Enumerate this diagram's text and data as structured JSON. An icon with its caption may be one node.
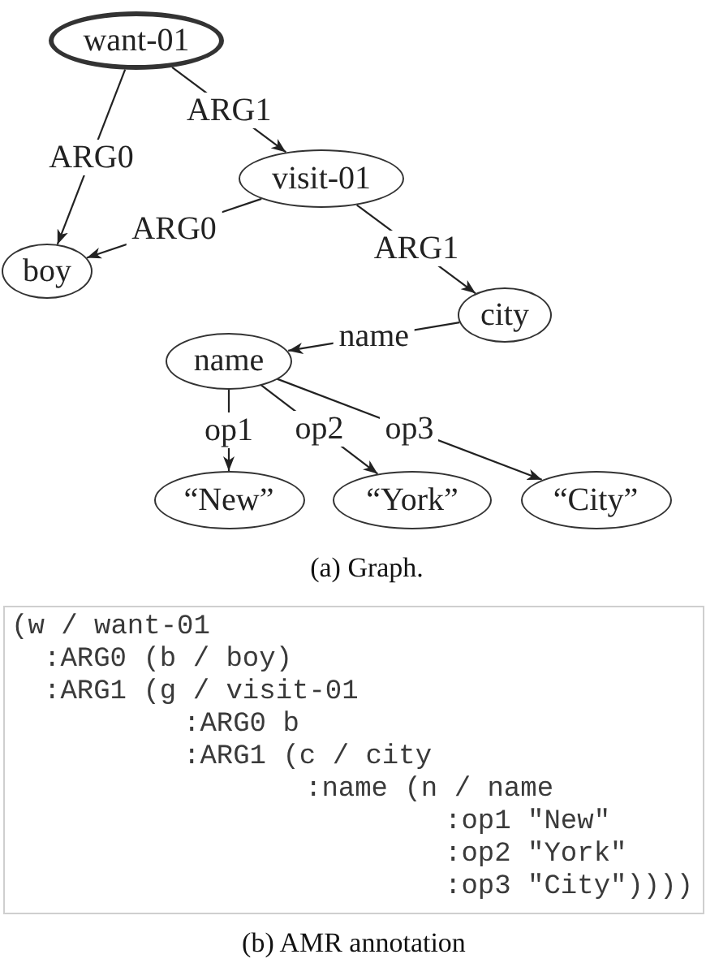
{
  "diagram": {
    "nodes": [
      {
        "text": [
          "want-01"
        ]
      },
      {
        "text": [
          "visit-01"
        ]
      },
      {
        "text": [
          "boy"
        ]
      },
      {
        "text": [
          "city"
        ]
      },
      {
        "text": [
          "name"
        ]
      },
      {
        "text": [
          "“New”"
        ]
      },
      {
        "text": [
          "“York”"
        ]
      },
      {
        "text": [
          "“City”"
        ]
      },
      {
        "text": [
          "(w / want-01",
          ":ARG0 (b / boy)",
          ":ARG1 (g / visit-01",
          ":ARG0 b",
          ":ARG1 (c / city",
          ":name (n / name",
          ":op1 \"New\"",
          ":op2 \"York\"",
          ":op3 \"City\"))))"
        ],
        "beside": [
          "(b) AMR annotation"
        ]
      }
    ],
    "edges": [
      {
        "from": 0,
        "to": 2,
        "arrow": "to",
        "label": "ARG0"
      },
      {
        "from": 0,
        "to": 1,
        "arrow": "to",
        "label": "ARG1"
      },
      {
        "from": 1,
        "to": 2,
        "arrow": "to",
        "label": "ARG0"
      },
      {
        "from": 1,
        "to": 3,
        "arrow": "to",
        "label": "ARG1"
      },
      {
        "from": 3,
        "to": 4,
        "arrow": "to",
        "label": "name"
      },
      {
        "from": 4,
        "to": 5,
        "arrow": "to",
        "label": "op1"
      },
      {
        "from": 4,
        "to": 6,
        "arrow": "to",
        "label": "op2"
      },
      {
        "from": 4,
        "to": 7,
        "arrow": "to",
        "label": "op3"
      }
    ],
    "labels": [
      "(a) Graph."
    ]
  }
}
